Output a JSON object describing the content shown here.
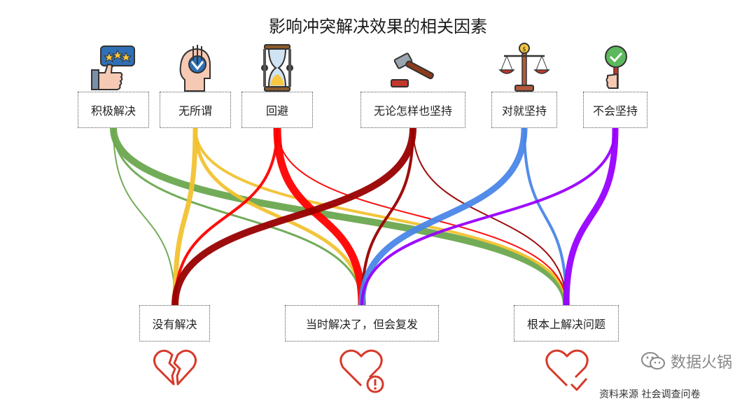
{
  "title": "影响冲突解决效果的相关因素",
  "sources": [
    {
      "label": "积极解决",
      "color": "#6aa84f",
      "icon": "thumbs-up-rating-icon"
    },
    {
      "label": "无所谓",
      "color": "#f1c232",
      "icon": "head-arrow-icon"
    },
    {
      "label": "回避",
      "color": "#ff0000",
      "icon": "hourglass-icon"
    },
    {
      "label": "无论怎样也坚持",
      "color": "#990000",
      "icon": "gavel-icon"
    },
    {
      "label": "对就坚持",
      "color": "#4a86e8",
      "icon": "scales-icon"
    },
    {
      "label": "不会坚持",
      "color": "#9900ff",
      "icon": "checkmark-sign-icon"
    }
  ],
  "outcomes": [
    {
      "label": "没有解决",
      "icon": "broken-heart-icon"
    },
    {
      "label": "当时解决了，但会复发",
      "icon": "heart-warning-icon"
    },
    {
      "label": "根本上解决问题",
      "icon": "heart-check-icon"
    }
  ],
  "flows": [
    {
      "source": "积极解决",
      "target": "没有解决",
      "weight": 1
    },
    {
      "source": "积极解决",
      "target": "当时解决了，但会复发",
      "weight": 2
    },
    {
      "source": "积极解决",
      "target": "根本上解决问题",
      "weight": 9
    },
    {
      "source": "无所谓",
      "target": "没有解决",
      "weight": 6
    },
    {
      "source": "无所谓",
      "target": "当时解决了，但会复发",
      "weight": 4
    },
    {
      "source": "无所谓",
      "target": "根本上解决问题",
      "weight": 3
    },
    {
      "source": "回避",
      "target": "没有解决",
      "weight": 3
    },
    {
      "source": "回避",
      "target": "当时解决了，但会复发",
      "weight": 10
    },
    {
      "source": "回避",
      "target": "根本上解决问题",
      "weight": 1
    },
    {
      "source": "无论怎样也坚持",
      "target": "没有解决",
      "weight": 9
    },
    {
      "source": "无论怎样也坚持",
      "target": "当时解决了，但会复发",
      "weight": 3
    },
    {
      "source": "无论怎样也坚持",
      "target": "根本上解决问题",
      "weight": 1
    },
    {
      "source": "对就坚持",
      "target": "当时解决了，但会复发",
      "weight": 8
    },
    {
      "source": "对就坚持",
      "target": "根本上解决问题",
      "weight": 3
    },
    {
      "source": "不会坚持",
      "target": "当时解决了，但会复发",
      "weight": 3
    },
    {
      "source": "不会坚持",
      "target": "根本上解决问题",
      "weight": 8
    }
  ],
  "watermark": "数据火锅",
  "footnote": "资料来源 社会调查问卷"
}
